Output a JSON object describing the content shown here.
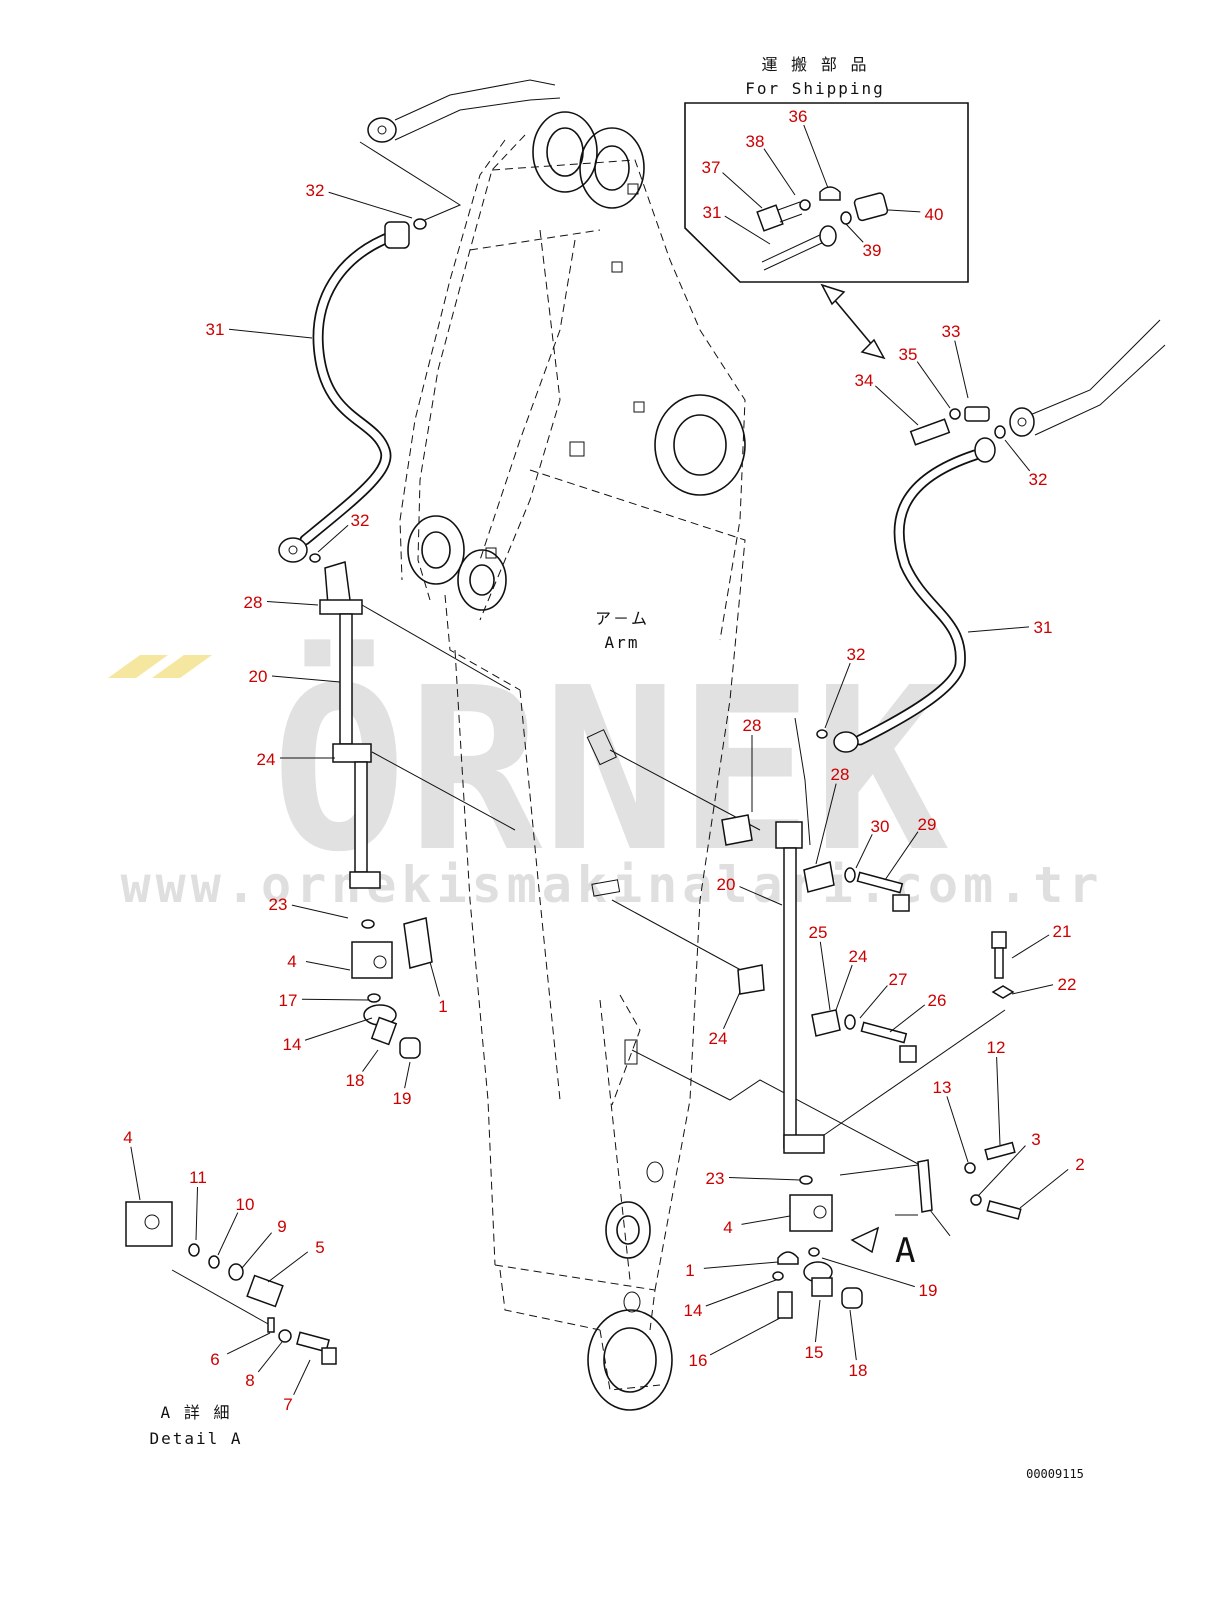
{
  "shipping": {
    "title_jp": "運 搬 部 品",
    "title_en": "For Shipping"
  },
  "arm_label": {
    "jp": "ア－ム",
    "en": "Arm"
  },
  "detail": {
    "title_jp": "A 詳 細",
    "title_en": "Detail A",
    "view_letter": "A"
  },
  "watermark": {
    "brand": "ÖRNEK",
    "site": "www.ornekismakinalari.com.tr",
    "color": "#dcdcdc",
    "accent": "#f5e6a0"
  },
  "drawing_number": "00009115",
  "label_color": "#cc0000",
  "callouts": [
    "32",
    "31",
    "32",
    "28",
    "20",
    "24",
    "23",
    "4",
    "17",
    "1",
    "14",
    "18",
    "19",
    "4",
    "11",
    "10",
    "9",
    "5",
    "6",
    "8",
    "7",
    "38",
    "36",
    "37",
    "31",
    "40",
    "39",
    "35",
    "33",
    "34",
    "32",
    "31",
    "32",
    "28",
    "28",
    "30",
    "29",
    "20",
    "25",
    "24",
    "27",
    "26",
    "24",
    "21",
    "22",
    "12",
    "13",
    "3",
    "2",
    "23",
    "4",
    "A",
    "1",
    "14",
    "16",
    "15",
    "18",
    "19",
    "17"
  ]
}
